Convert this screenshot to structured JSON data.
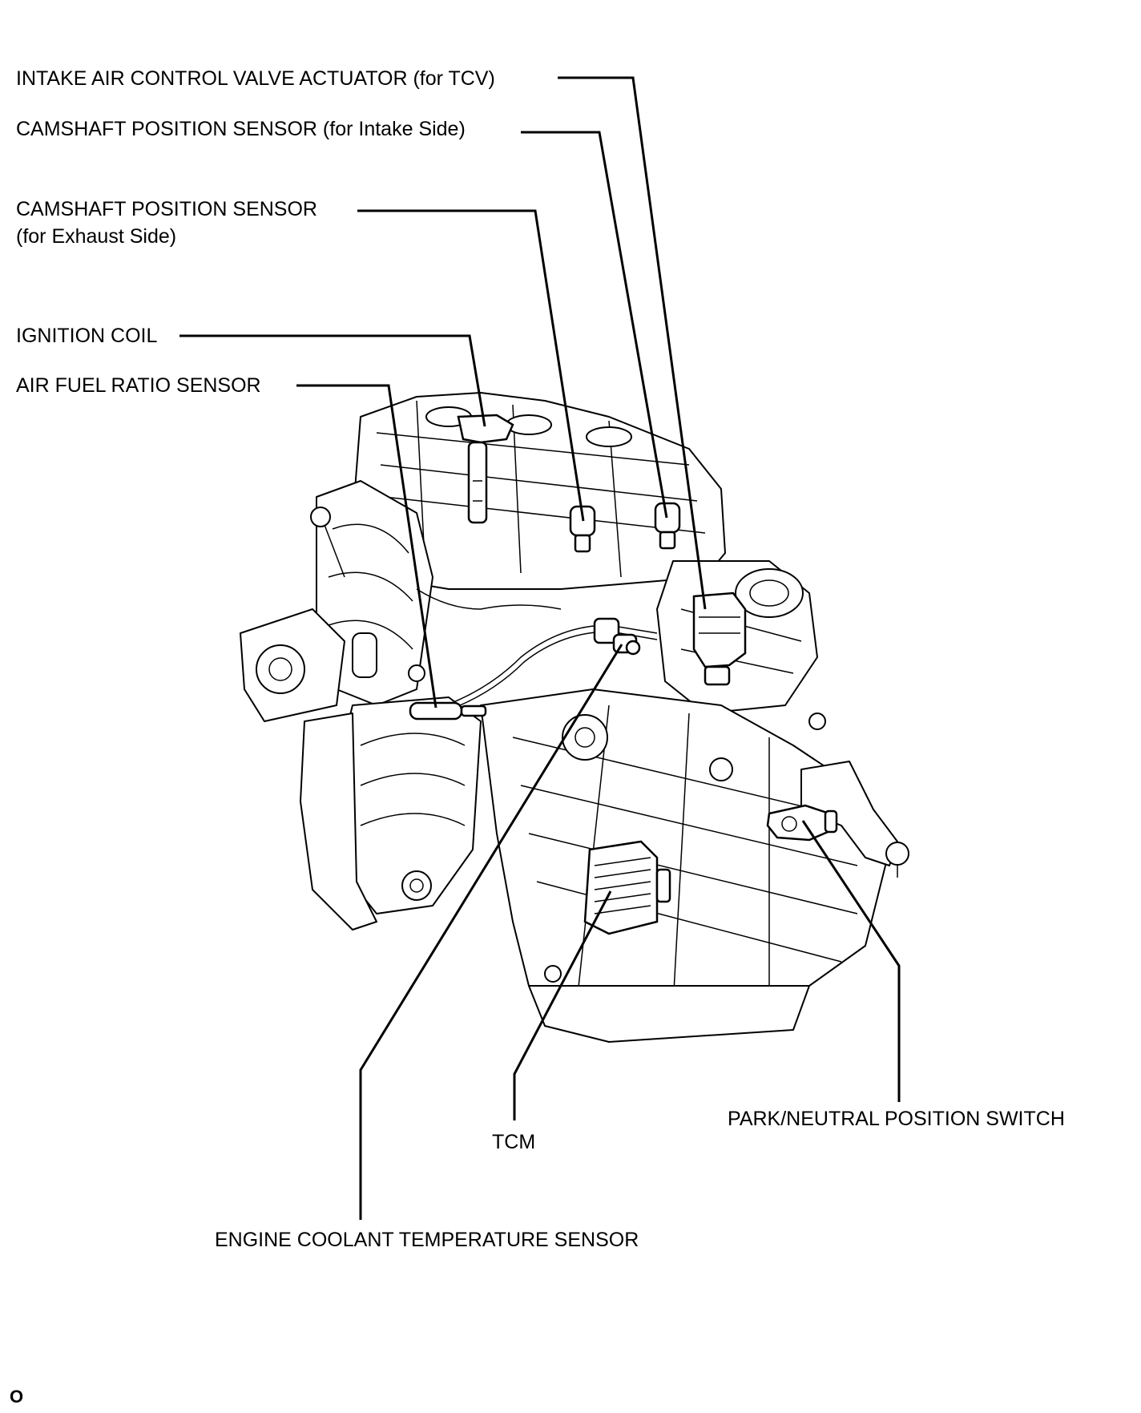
{
  "labels": {
    "intake_air_control_valve_actuator": "INTAKE AIR CONTROL VALVE ACTUATOR (for TCV)",
    "camshaft_intake": "CAMSHAFT POSITION SENSOR (for Intake Side)",
    "camshaft_exhaust_line1": "CAMSHAFT POSITION SENSOR",
    "camshaft_exhaust_line2": "(for Exhaust Side)",
    "ignition_coil": "IGNITION COIL",
    "air_fuel_ratio_sensor": "AIR FUEL RATIO SENSOR",
    "park_neutral_position_switch": "PARK/NEUTRAL POSITION SWITCH",
    "tcm": "TCM",
    "engine_coolant_temperature_sensor": "ENGINE COOLANT TEMPERATURE SENSOR"
  },
  "figure_code": "O"
}
